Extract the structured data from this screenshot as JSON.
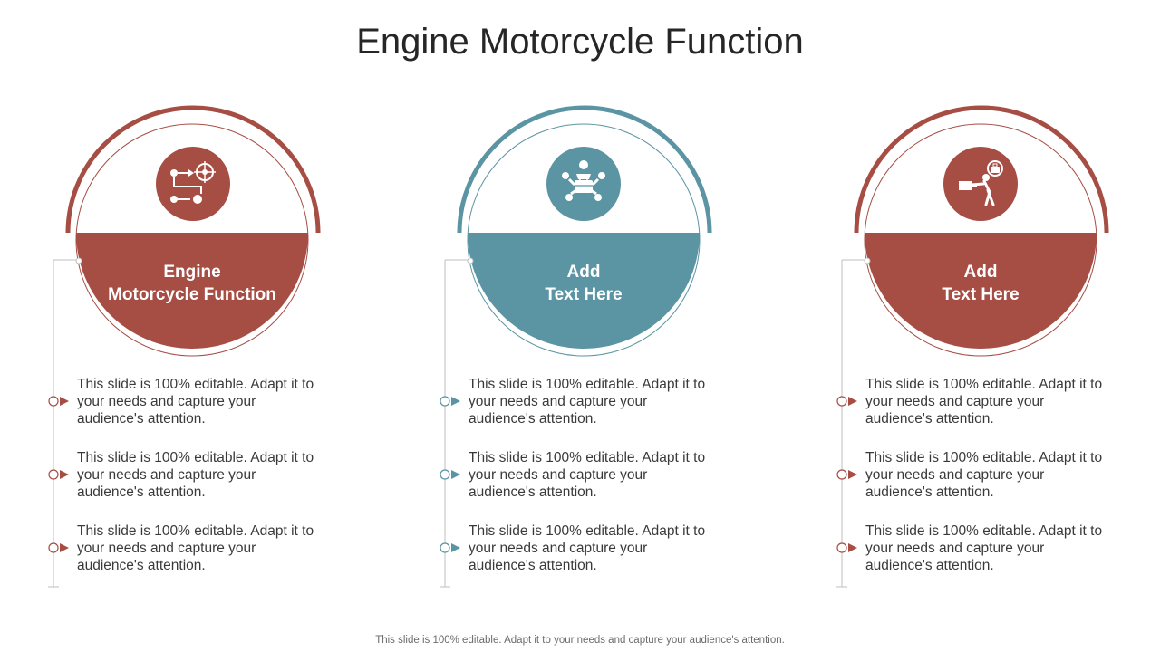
{
  "slide": {
    "title": "Engine Motorcycle Function",
    "footer": "This slide is 100% editable. Adapt it to your needs and capture your audience's attention."
  },
  "colors": {
    "red": "#A64D44",
    "teal": "#5B94A3",
    "connector": "#BFBFBF"
  },
  "columns": [
    {
      "icon": "process-target-icon",
      "color": "red",
      "heading_line1": "Engine",
      "heading_line2": "Motorcycle  Function",
      "items": [
        "This slide is 100% editable. Adapt it to your needs and capture your audience's attention.",
        "This slide is 100% editable. Adapt it to your needs and capture your audience's attention.",
        "This slide is 100% editable. Adapt it to your needs and capture your audience's attention."
      ]
    },
    {
      "icon": "team-briefcase-icon",
      "color": "teal",
      "heading_line1": "Add",
      "heading_line2": "Text Here",
      "items": [
        "This slide is 100% editable. Adapt it to your needs and capture your audience's attention.",
        "This slide is 100% editable. Adapt it to your needs and capture your audience's attention.",
        "This slide is 100% editable. Adapt it to your needs and capture your audience's attention."
      ]
    },
    {
      "icon": "person-pushing-icon",
      "color": "red",
      "heading_line1": "Add",
      "heading_line2": "Text Here",
      "items": [
        "This slide is 100% editable. Adapt it to your needs and capture your audience's attention.",
        "This slide is 100% editable. Adapt it to your needs and capture your audience's attention.",
        "This slide is 100% editable. Adapt it to your needs and capture your audience's attention."
      ]
    }
  ]
}
